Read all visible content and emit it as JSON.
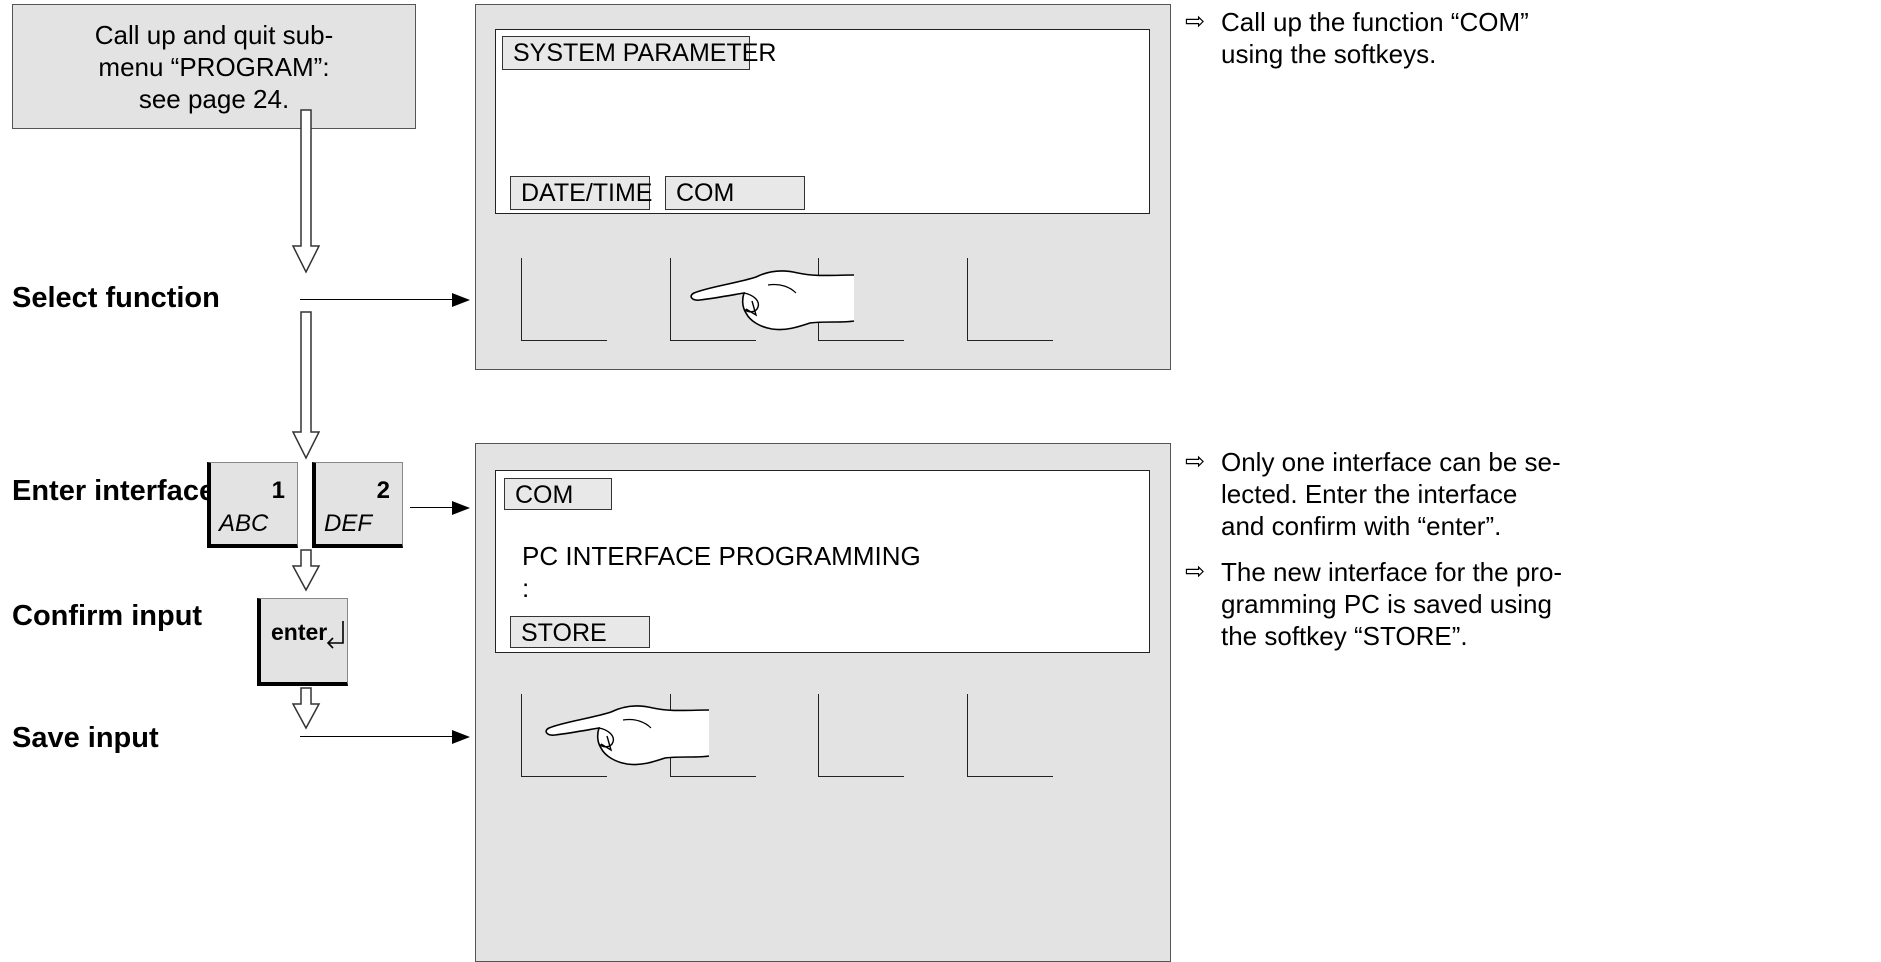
{
  "note_box": {
    "lines": [
      "Call up and quit sub-",
      "menu “PROGRAM”:",
      "see page 24."
    ]
  },
  "steps": {
    "select_function": "Select function",
    "enter_interface": "Enter interface",
    "confirm_input": "Confirm input",
    "save_input": "Save input"
  },
  "screen1": {
    "title_tab": "SYSTEM PARAMETER",
    "softkey_tabs": [
      "DATE/TIME",
      "COM"
    ]
  },
  "screen2": {
    "title_tab": "COM",
    "line1": "PC INTERFACE PROGRAMMING",
    "line2": ":",
    "softkey_tabs": [
      "STORE"
    ]
  },
  "keys": {
    "key1": {
      "number": "1",
      "letters": "ABC"
    },
    "key2": {
      "number": "2",
      "letters": "DEF"
    },
    "enter": {
      "label": "enter"
    }
  },
  "notes": {
    "bullet": "⇨",
    "note1": [
      "Call up the function “COM”",
      "using the softkeys."
    ],
    "note2": [
      "Only one interface can be se-",
      "lected. Enter the interface",
      "and confirm with “enter”."
    ],
    "note3": [
      "The new interface for the pro-",
      "gramming PC is saved using",
      "the softkey “STORE”."
    ]
  }
}
